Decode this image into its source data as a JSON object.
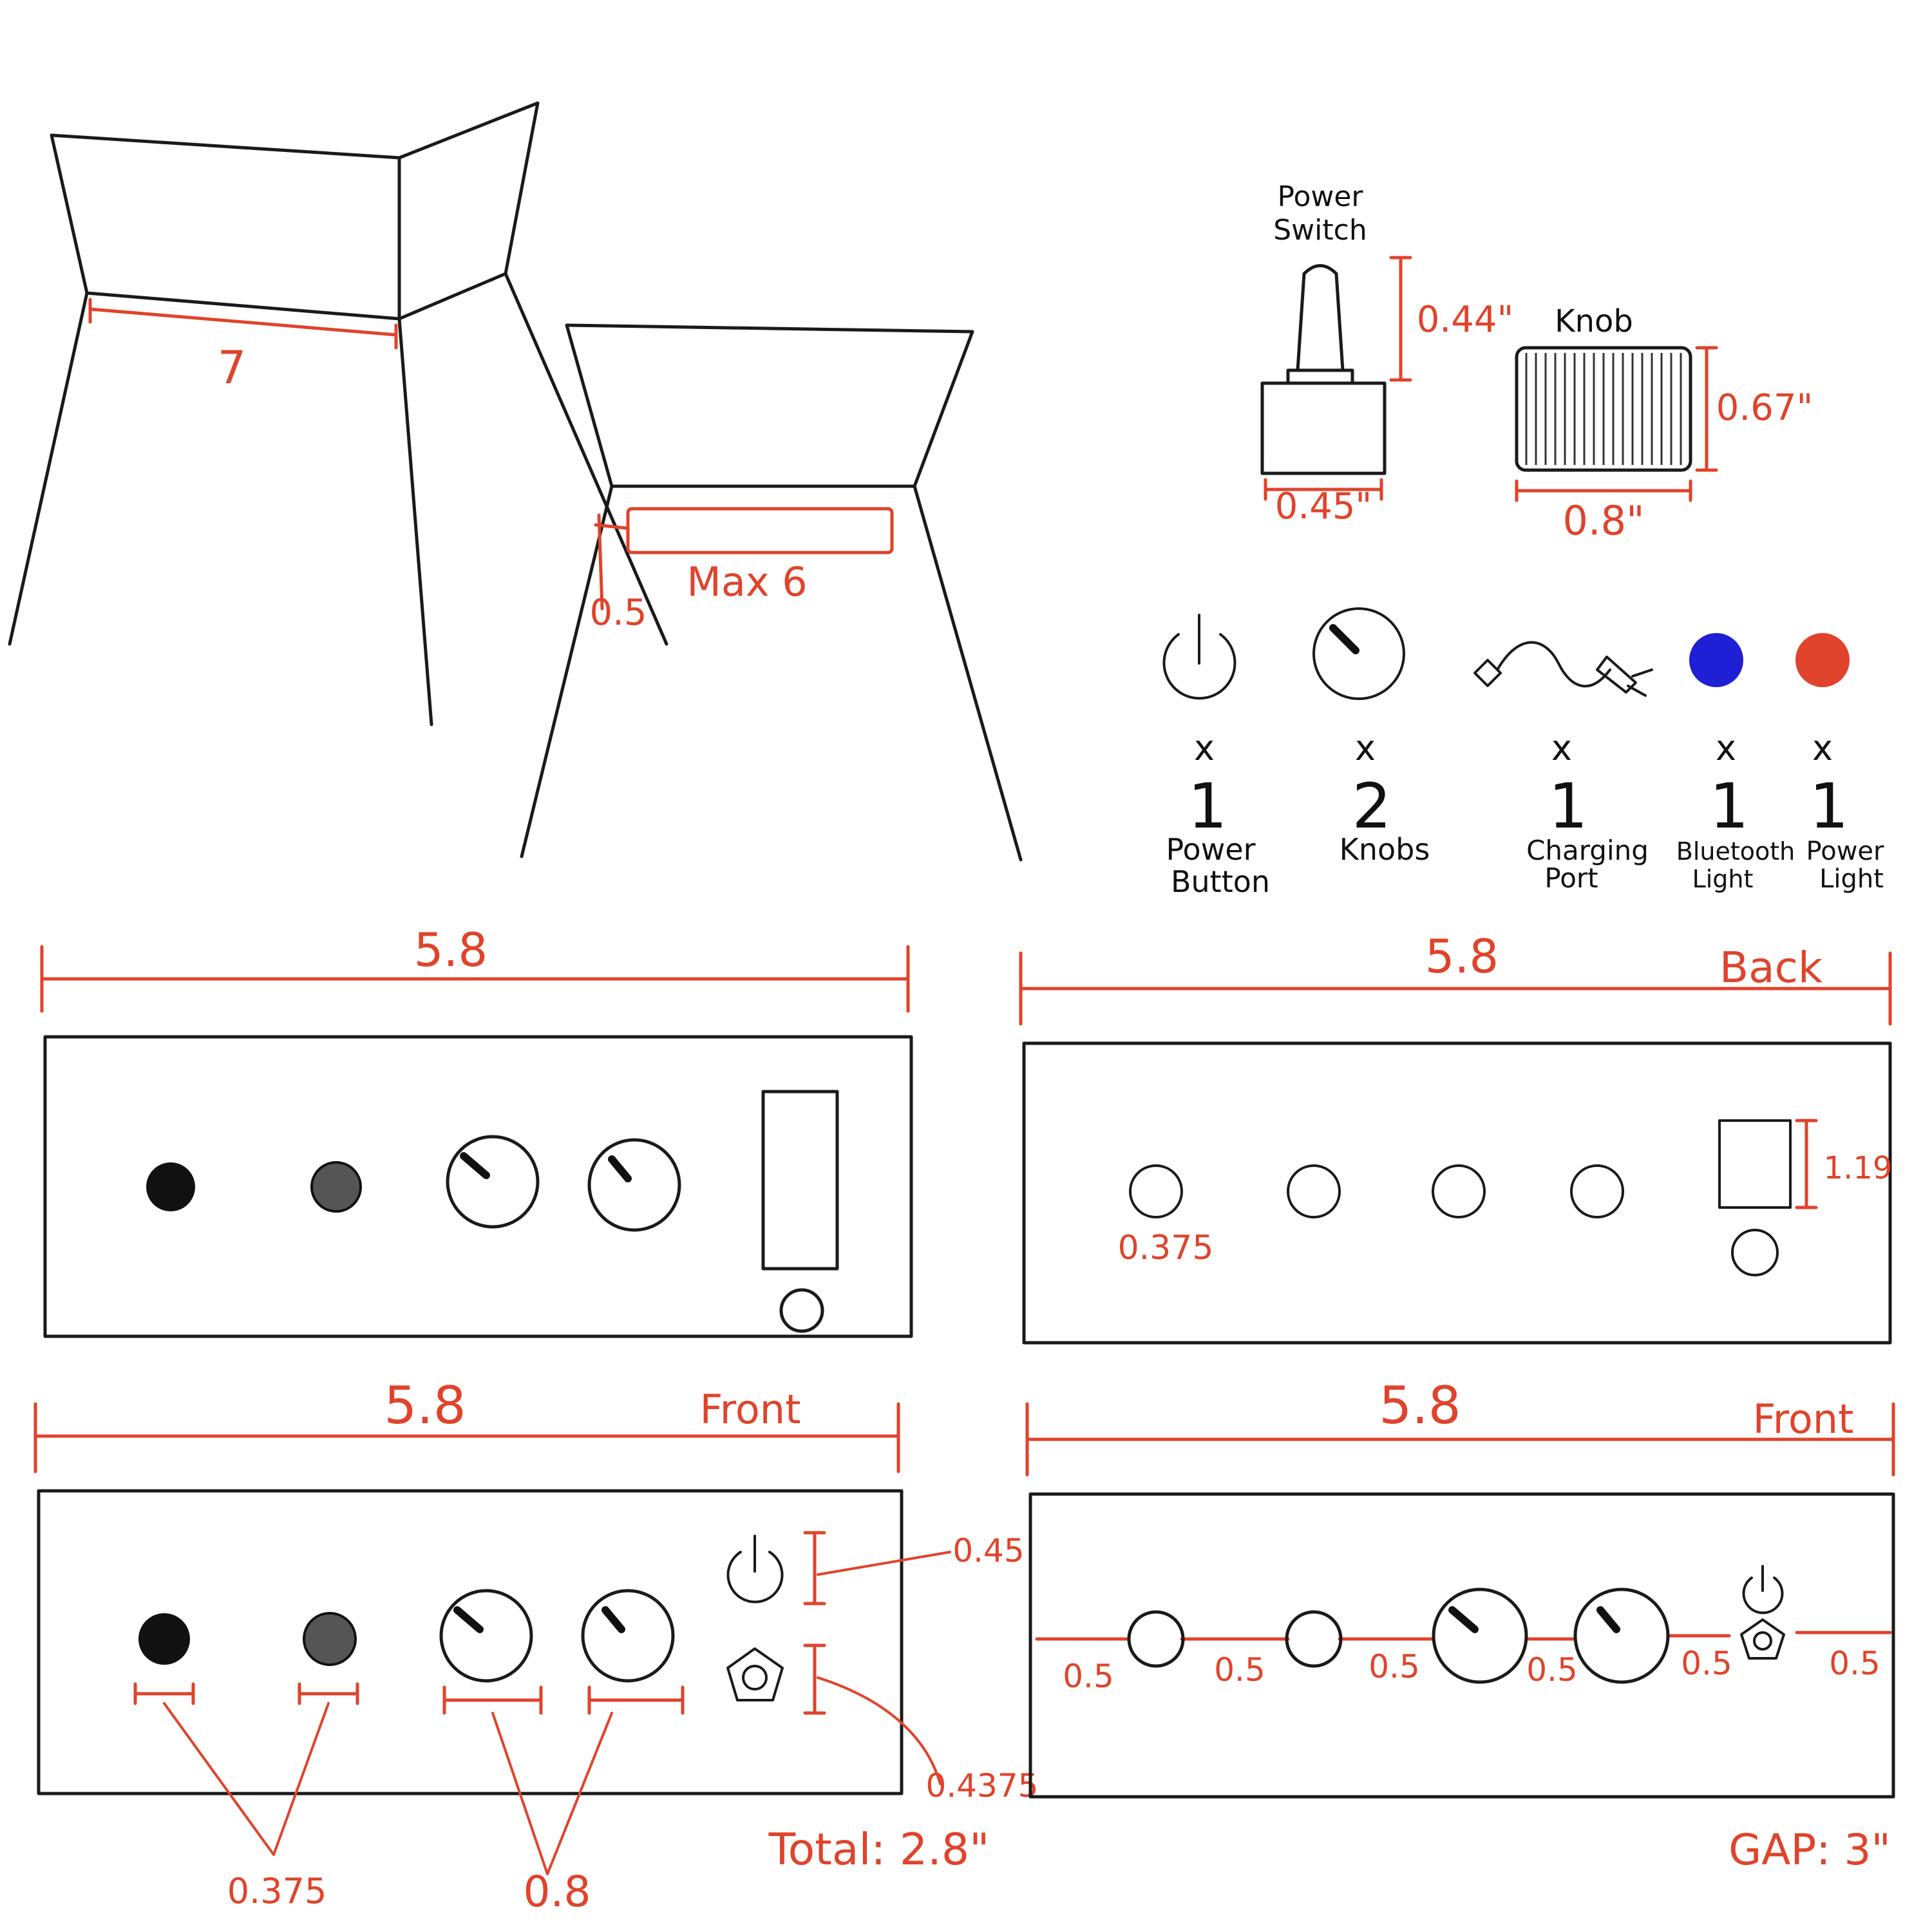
{
  "colors": {
    "ink": "#1a1a1a",
    "dimension": "#e0432b",
    "bluetooth_light": "#1f1fd6",
    "power_light": "#e0432b"
  },
  "enclosure_sketches": {
    "width_label": "7",
    "slot_max_label": "Max 6",
    "slot_offset_label": "0.5"
  },
  "components": {
    "power_switch": {
      "title_line1": "Power",
      "title_line2": "Switch",
      "height": "0.44\"",
      "width": "0.45\""
    },
    "knob": {
      "title": "Knob",
      "height": "0.67\"",
      "width": "0.8\""
    }
  },
  "parts_list": [
    {
      "icon": "power-icon",
      "multiplier": "x",
      "qty": "1",
      "label_line1": "Power",
      "label_line2": "Button"
    },
    {
      "icon": "knob-icon",
      "multiplier": "x",
      "qty": "2",
      "label_line1": "Knobs",
      "label_line2": ""
    },
    {
      "icon": "plug-icon",
      "multiplier": "x",
      "qty": "1",
      "label_line1": "Charging",
      "label_line2": "Port"
    },
    {
      "icon": "blue-light-icon",
      "multiplier": "x",
      "qty": "1",
      "label_line1": "Bluetooth",
      "label_line2": "Light"
    },
    {
      "icon": "red-light-icon",
      "multiplier": "x",
      "qty": "1",
      "label_line1": "Power",
      "label_line2": "Light"
    }
  ],
  "panels": {
    "top_left": {
      "width": "5.8"
    },
    "top_right": {
      "width": "5.8",
      "side": "Back",
      "hole_diameter": "0.375",
      "switch_height": "1.19"
    },
    "bottom_left": {
      "width": "5.8",
      "side": "Front",
      "power_height": "0.45",
      "jack_height": "0.4375",
      "small_hole_width": "0.375",
      "knob_width": "0.8",
      "total": "Total: 2.8\""
    },
    "bottom_right": {
      "width": "5.8",
      "side": "Front",
      "gap_labels": [
        "0.5",
        "0.5",
        "0.5",
        "0.5",
        "0.5",
        "0.5"
      ],
      "gap_total": "GAP: 3\""
    }
  }
}
